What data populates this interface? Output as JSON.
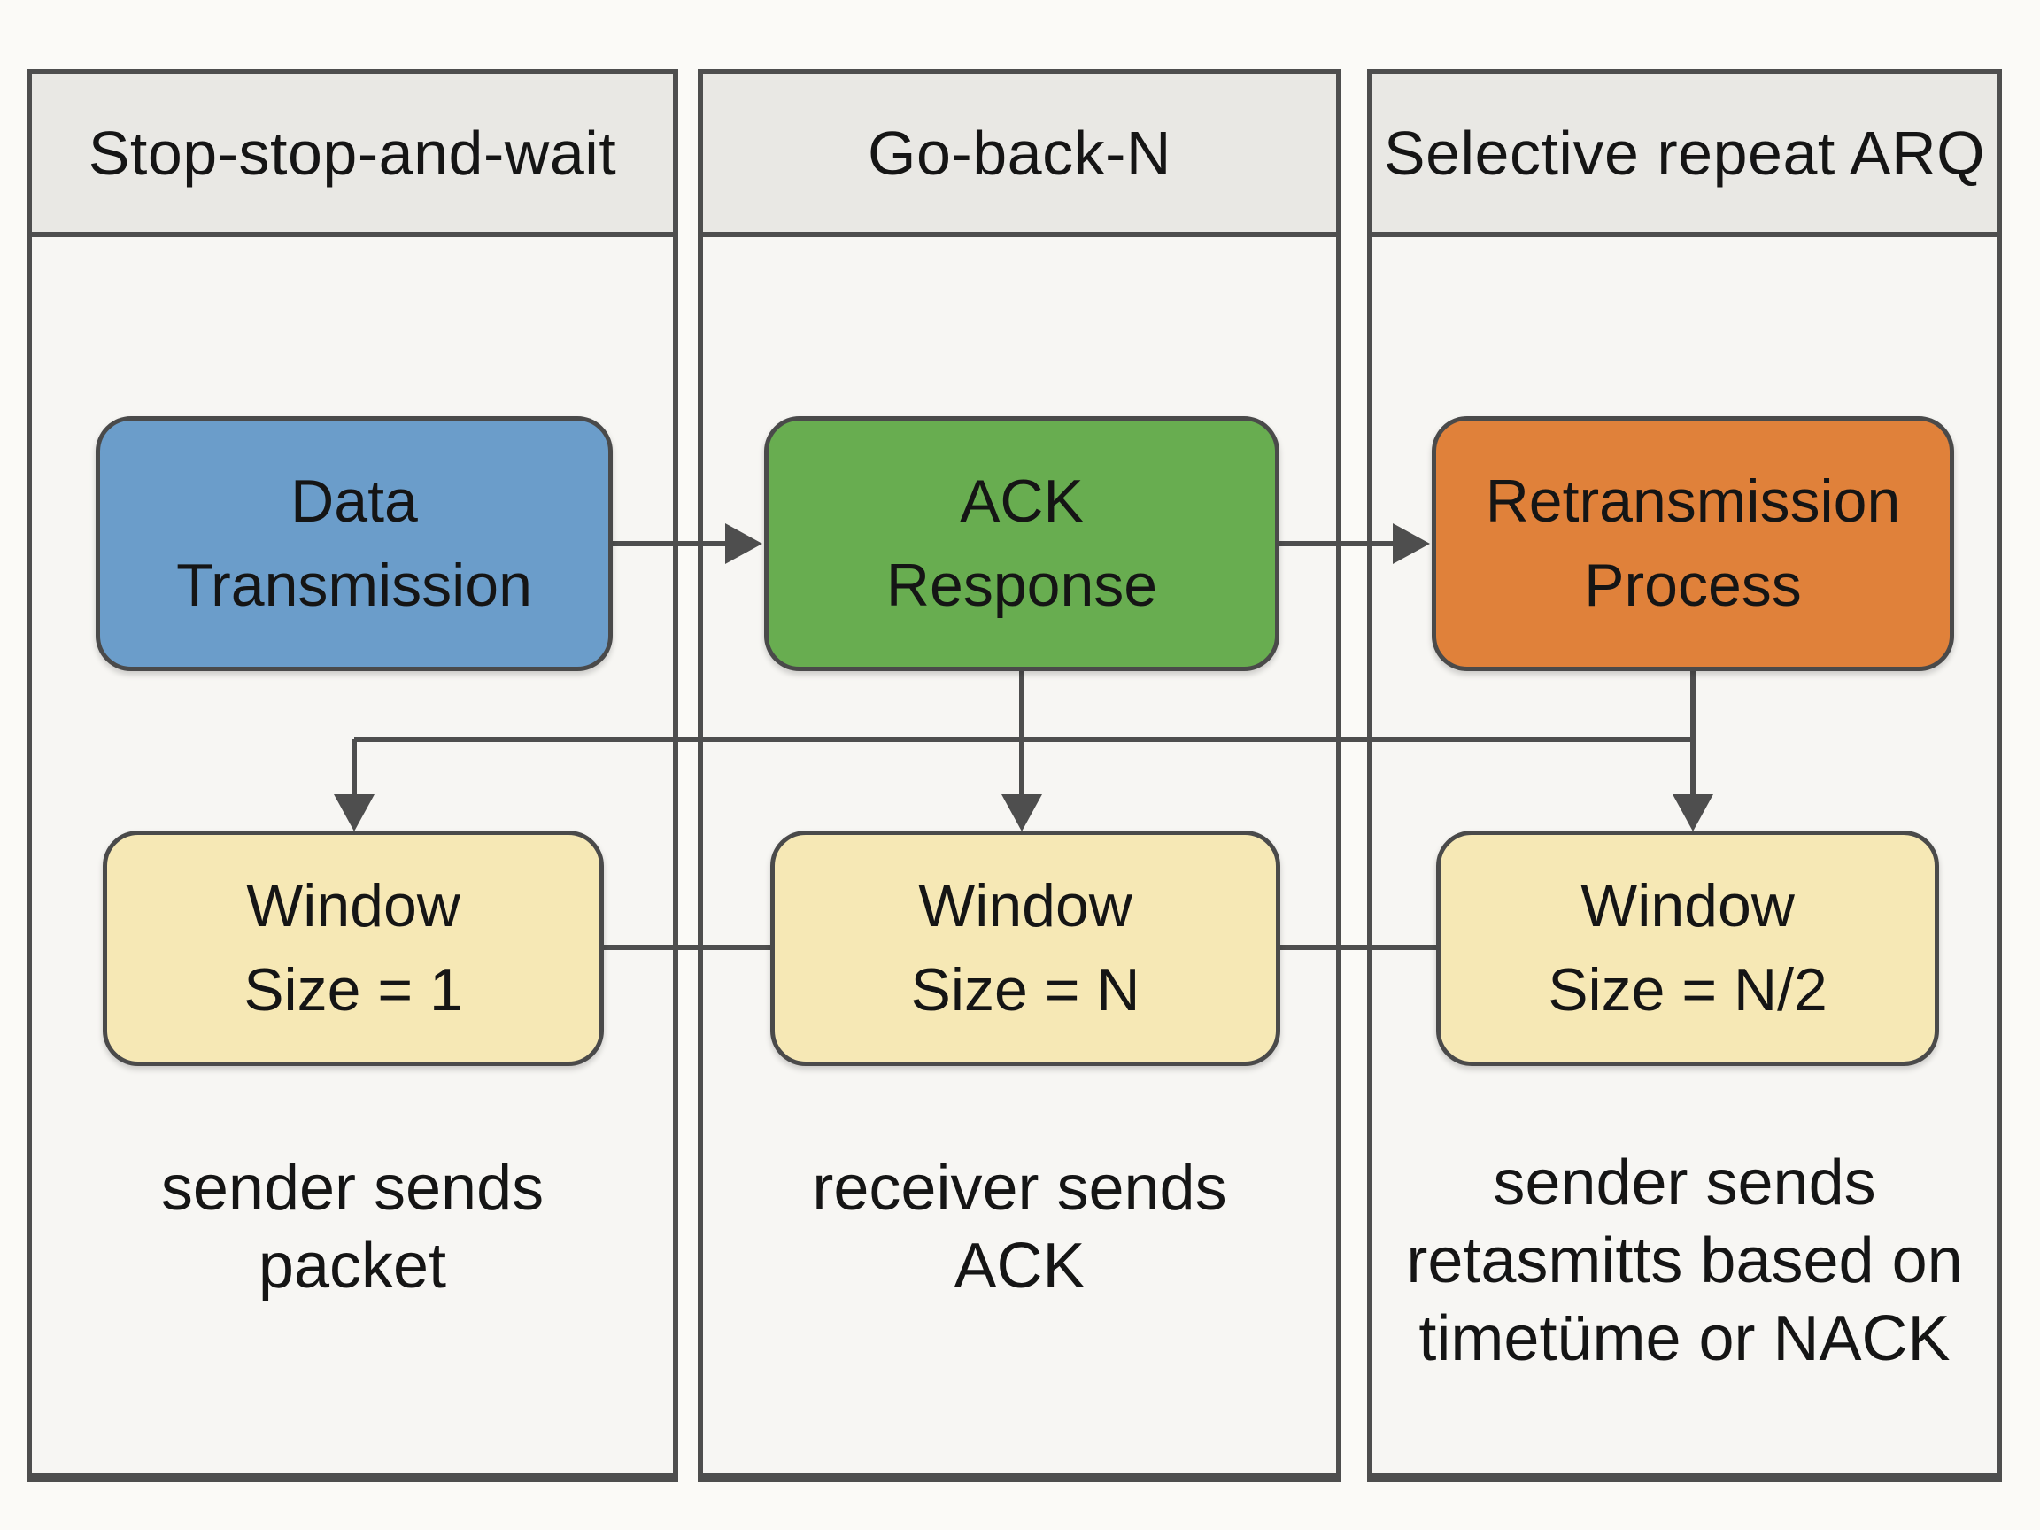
{
  "columns": [
    {
      "header": "Stop-stop-and-wait",
      "top_box": [
        "Data",
        "Transmission"
      ],
      "window_box": [
        "Window",
        "Size = 1"
      ],
      "note": [
        "sender sends",
        "packet"
      ]
    },
    {
      "header": "Go-back-N",
      "top_box": [
        "ACK",
        "Response"
      ],
      "window_box": [
        "Window",
        "Size = N"
      ],
      "note": [
        "receiver sends",
        "ACK"
      ]
    },
    {
      "header": "Selective repeat ARQ",
      "top_box": [
        "Retransmission",
        "Process"
      ],
      "window_box": [
        "Window",
        "Size = N/2"
      ],
      "note": [
        "sender sends",
        "retasmitts based on",
        "timetüme or NACK"
      ]
    }
  ],
  "colors": {
    "page_bg": "#fbfaf7",
    "column_bg": "#f7f6f3",
    "header_bg": "#e9e8e4",
    "border": "#4e4e4e",
    "connector": "#4e4e4e",
    "text": "#151515",
    "data_transmission_box": "#6b9dca",
    "ack_response_box": "#68ad50",
    "retransmission_box": "#e0813a",
    "window_box": "#f6e8b5"
  }
}
